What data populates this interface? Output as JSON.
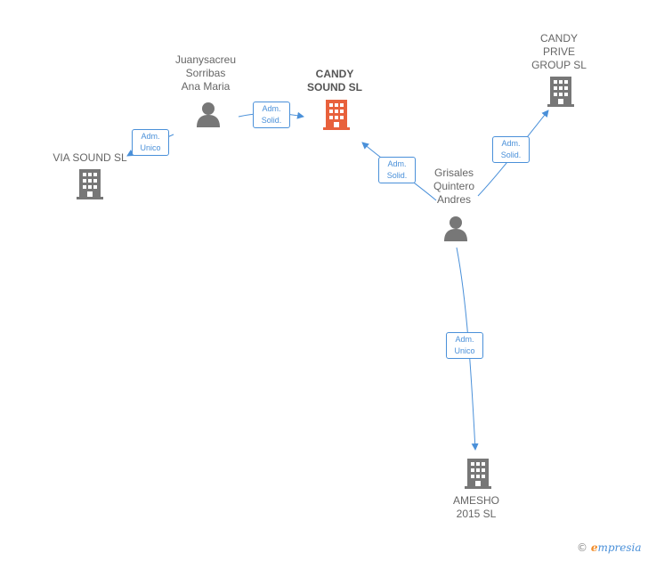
{
  "nodes": {
    "candy_sound": {
      "label": "CANDY\nSOUND  SL",
      "type": "company",
      "main": true,
      "color": "#e8613c"
    },
    "via_sound": {
      "label": "VIA SOUND  SL",
      "type": "company",
      "color": "#777777"
    },
    "candy_prive": {
      "label": "CANDY\nPRIVE\nGROUP  SL",
      "type": "company",
      "color": "#777777"
    },
    "amesho": {
      "label": "AMESHO\n2015  SL",
      "type": "company",
      "color": "#777777"
    },
    "juanysacreu": {
      "label": "Juanysacreu\nSorribas\nAna Maria",
      "type": "person",
      "color": "#777777"
    },
    "grisales": {
      "label": "Grisales\nQuintero\nAndres",
      "type": "person",
      "color": "#777777"
    }
  },
  "edges": [
    {
      "from": "juanysacreu",
      "to": "via_sound",
      "line1": "Adm.",
      "line2": "Unico"
    },
    {
      "from": "juanysacreu",
      "to": "candy_sound",
      "line1": "Adm.",
      "line2": "Solid."
    },
    {
      "from": "grisales",
      "to": "candy_sound",
      "line1": "Adm.",
      "line2": "Solid."
    },
    {
      "from": "grisales",
      "to": "candy_prive",
      "line1": "Adm.",
      "line2": "Solid."
    },
    {
      "from": "grisales",
      "to": "amesho",
      "line1": "Adm.",
      "line2": "Unico"
    }
  ],
  "colors": {
    "edge": "#4a90d9",
    "icon": "#777777",
    "main": "#e8613c"
  },
  "watermark": {
    "symbol": "©",
    "brand_initial": "e",
    "brand_rest": "mpresia"
  }
}
